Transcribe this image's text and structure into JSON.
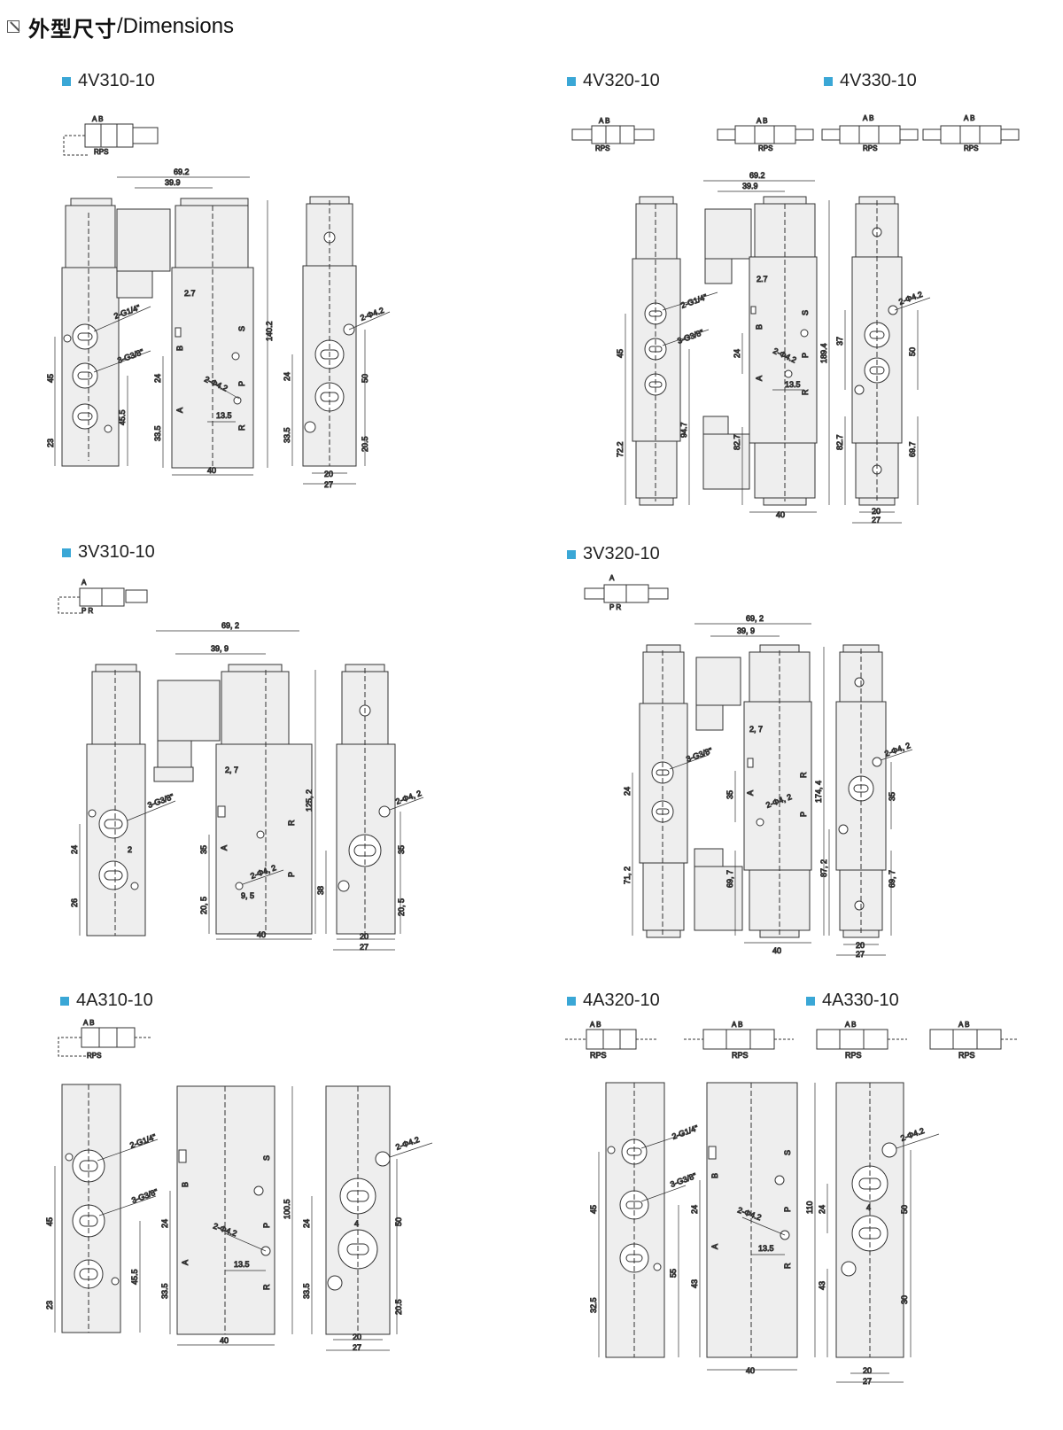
{
  "header": {
    "title_zh": "外型尺寸",
    "title_en": "/Dimensions"
  },
  "sections": [
    {
      "models": [
        "4V310-10"
      ],
      "symbol_labels": {
        "ports_top": "A B",
        "ports_bottom": "RPS"
      },
      "dims": {
        "w1": "69.2",
        "w2": "39.9",
        "h_total": "140.2",
        "port1": "2-G1/4\"",
        "port2": "3-G3/8\"",
        "d45": "45",
        "d23": "23",
        "d45_5": "45.5",
        "d24": "24",
        "d33_5": "33.5",
        "d2_7": "2.7",
        "d13_5": "13.5",
        "d40": "40",
        "hole": "2-Φ4.2",
        "d20": "20",
        "d27": "27",
        "d50": "50",
        "d20_5": "20.5",
        "d24b": "24",
        "d33_5b": "33.5",
        "A": "A",
        "B": "B",
        "P": "P",
        "R": "R",
        "S": "S"
      }
    },
    {
      "models": [
        "4V320-10",
        "4V330-10"
      ],
      "symbol_labels": {
        "ports_top": "A B",
        "ports_bottom": "RPS"
      },
      "dims": {
        "w1": "69.2",
        "w2": "39.9",
        "h_total": "189.4",
        "port1": "2-G1/4\"",
        "port2": "3-G3/8\"",
        "d45": "45",
        "d72_2": "72.2",
        "d94_7": "94.7",
        "d24": "24",
        "d82_7": "82.7",
        "d2_7": "2.7",
        "d13_5": "13.5",
        "d40": "40",
        "hole": "2-Φ4.2",
        "d20": "20",
        "d27": "27",
        "d37": "37",
        "d50": "50",
        "d82_7b": "82.7",
        "d69_7": "69.7",
        "A": "A",
        "B": "B",
        "P": "P",
        "R": "R",
        "S": "S"
      }
    },
    {
      "models": [
        "3V310-10"
      ],
      "symbol_labels": {
        "ports_top": "A",
        "ports_bottom": "P R"
      },
      "dims": {
        "w1": "69, 2",
        "w2": "39, 9",
        "h_total": "125, 2",
        "port2": "3-G3/8\"",
        "d24": "24",
        "d26": "26",
        "d2": "2",
        "d35": "35",
        "d20_5": "20, 5",
        "d2_7": "2, 7",
        "d9_5": "9, 5",
        "d40": "40",
        "hole": "2-Φ4, 2",
        "d38": "38",
        "d35b": "35",
        "d20_5b": "20, 5",
        "d20": "20",
        "d27": "27",
        "A": "A",
        "P": "P",
        "R": "R"
      }
    },
    {
      "models": [
        "3V320-10"
      ],
      "symbol_labels": {
        "ports_top": "A",
        "ports_bottom": "P R"
      },
      "dims": {
        "w1": "69, 2",
        "w2": "39, 9",
        "h_total": "174, 4",
        "port2": "3-G3/8\"",
        "d24": "24",
        "d71_2": "71, 2",
        "d35": "35",
        "d69_7": "69, 7",
        "d2_7": "2, 7",
        "d40": "40",
        "hole": "2-Φ4, 2",
        "d35b": "35",
        "d87_2": "87, 2",
        "d69_7b": "69, 7",
        "d20": "20",
        "d27": "27",
        "A": "A",
        "P": "P",
        "R": "R"
      }
    },
    {
      "models": [
        "4A310-10"
      ],
      "symbol_labels": {
        "ports_top": "A B",
        "ports_bottom": "RPS"
      },
      "dims": {
        "port1": "2-G1/4\"",
        "port2": "3-G3/8\"",
        "d45": "45",
        "d23": "23",
        "d45_5": "45.5",
        "d24": "24",
        "d33_5": "33.5",
        "h_total": "100.5",
        "d13_5": "13.5",
        "d40": "40",
        "hole": "2-Φ4.2",
        "d24b": "24",
        "d33_5b": "33.5",
        "d50": "50",
        "d20_5": "20.5",
        "d20": "20",
        "d27": "27",
        "d4": "4",
        "A": "A",
        "B": "B",
        "P": "P",
        "R": "R",
        "S": "S"
      }
    },
    {
      "models": [
        "4A320-10",
        "4A330-10"
      ],
      "symbol_labels": {
        "ports_top": "A B",
        "ports_bottom": "RPS"
      },
      "dims": {
        "port1": "2-G1/4\"",
        "port2": "3-G3/8\"",
        "d45": "45",
        "d32_5": "32.5",
        "d55": "55",
        "d24": "24",
        "d43": "43",
        "h_total": "110",
        "d13_5": "13.5",
        "d40": "40",
        "hole": "2-Φ4.2",
        "d24b": "24",
        "d43b": "43",
        "d50": "50",
        "d30": "30",
        "d20": "20",
        "d27": "27",
        "d4": "4",
        "A": "A",
        "B": "B",
        "P": "P",
        "R": "R",
        "S": "S"
      }
    }
  ]
}
